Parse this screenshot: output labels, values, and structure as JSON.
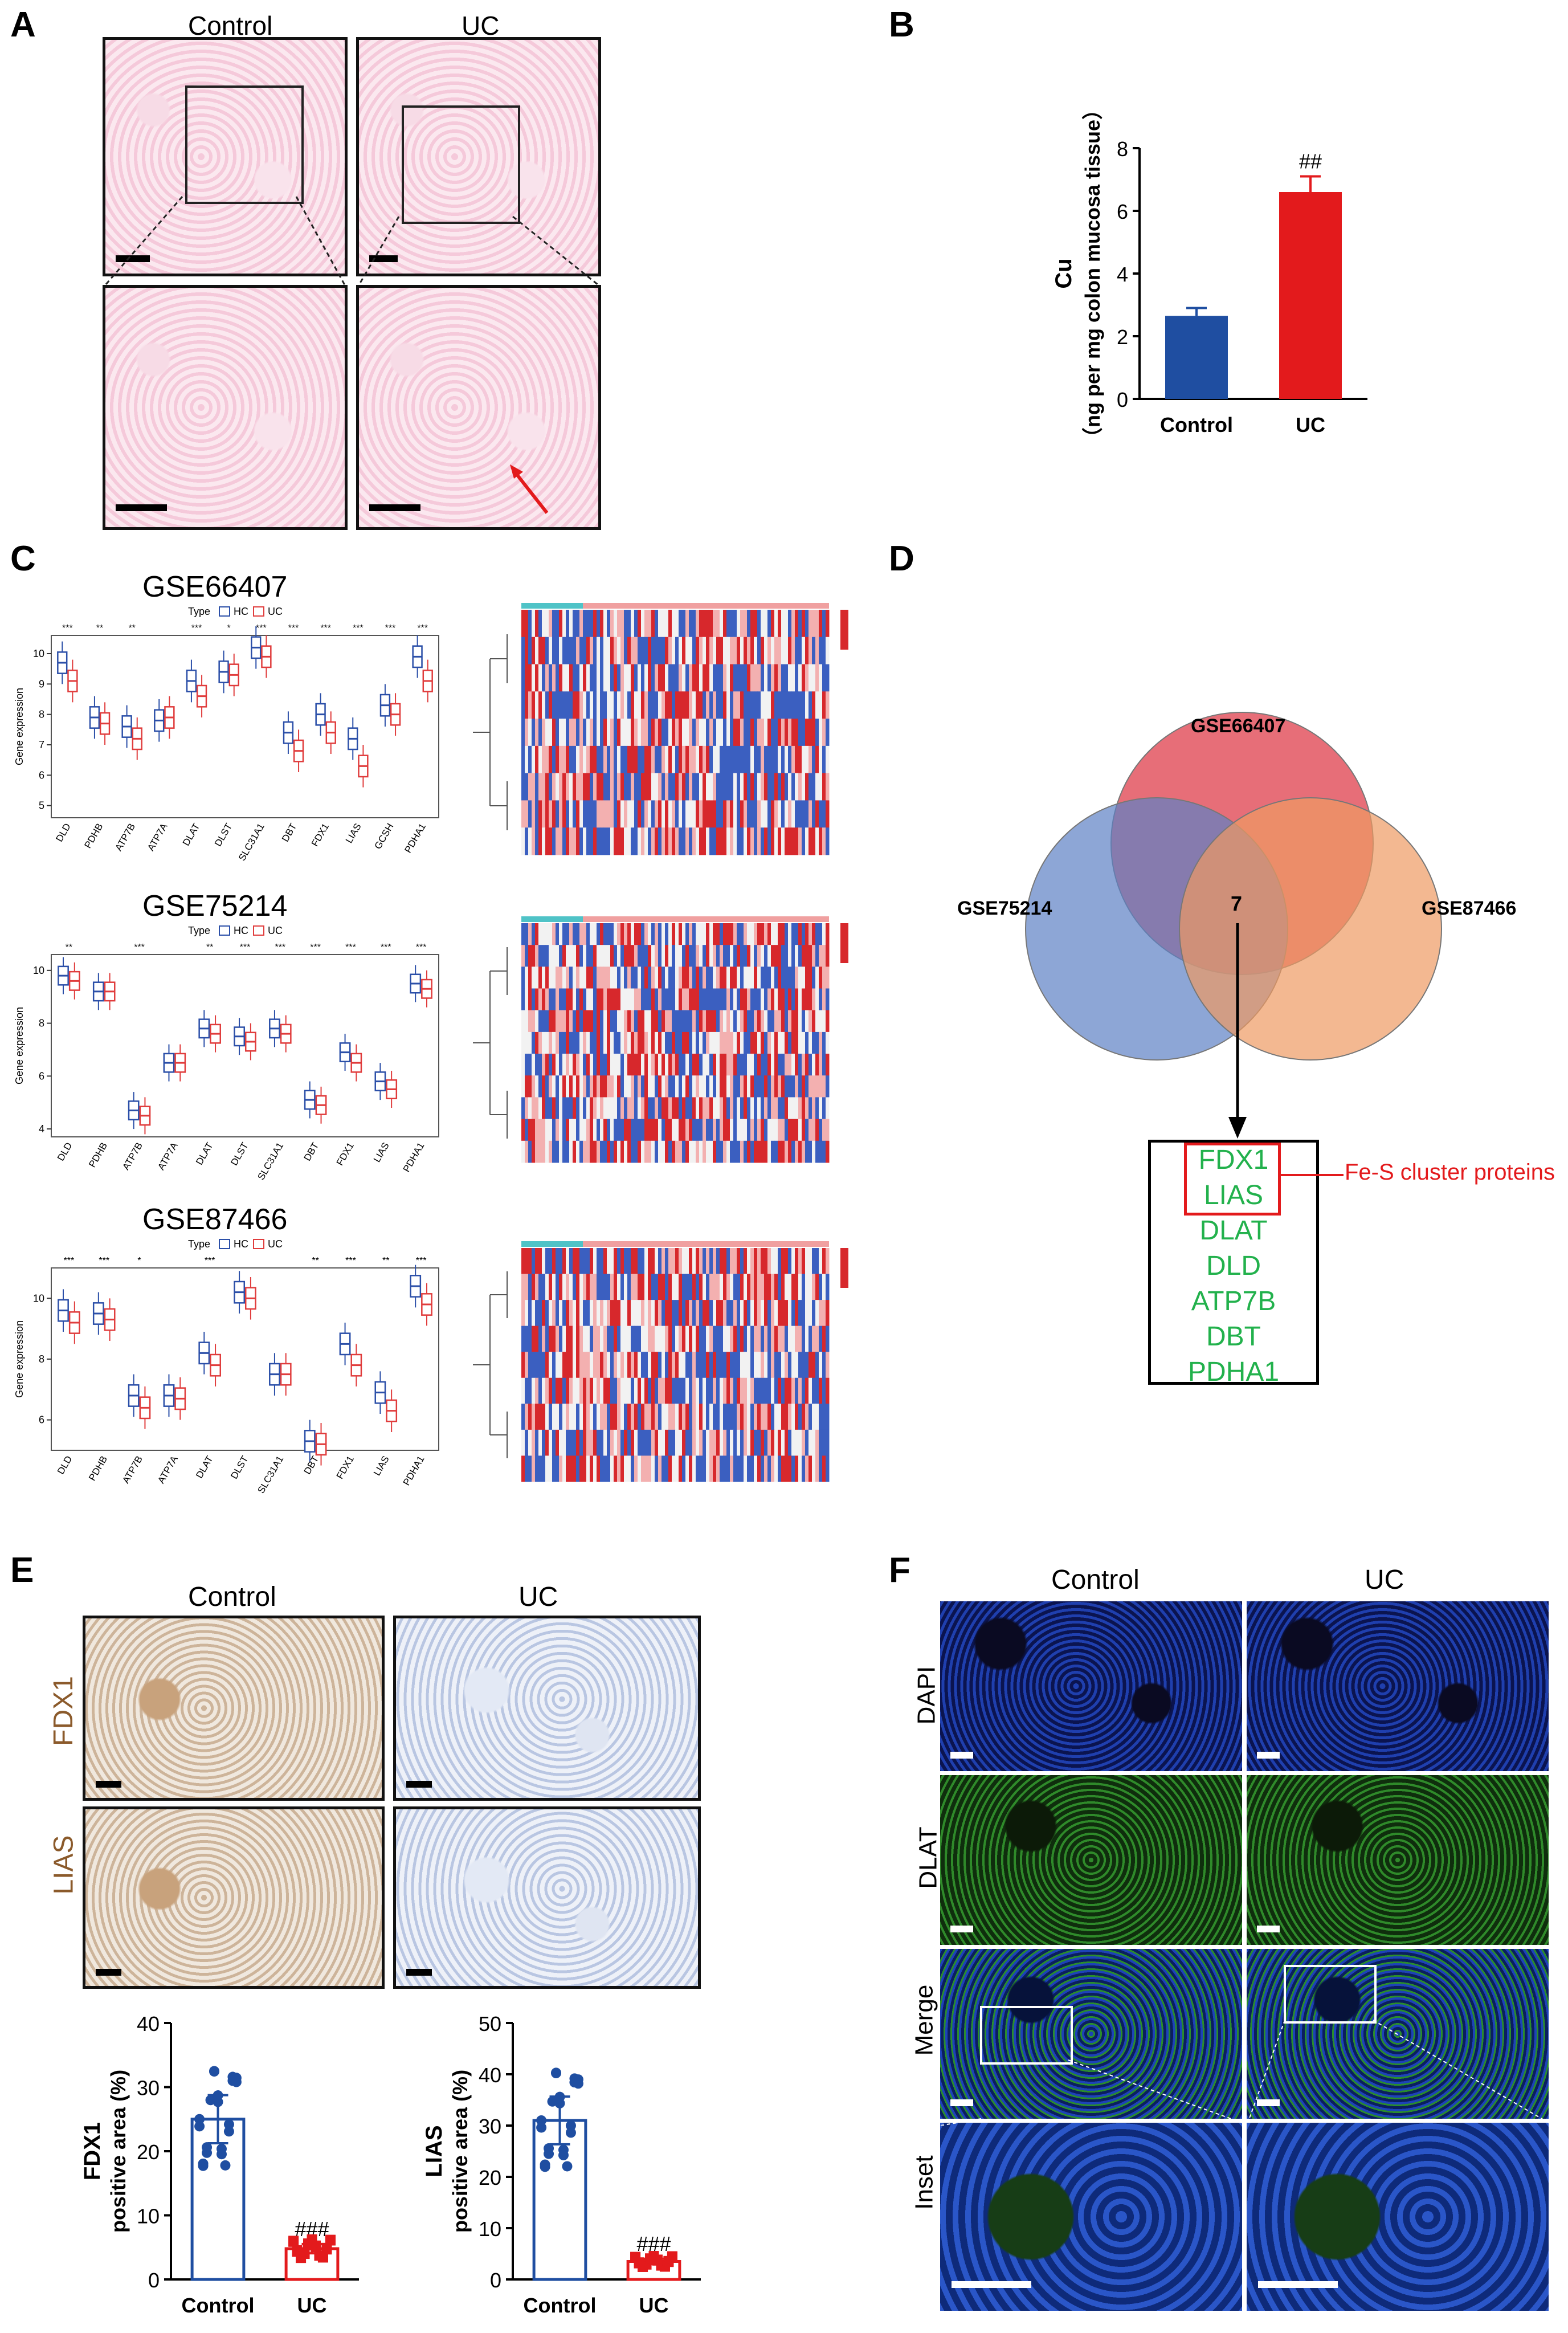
{
  "panels": {
    "A": {
      "letter": "A",
      "control_label": "Control",
      "uc_label": "UC"
    },
    "B": {
      "letter": "B"
    },
    "C": {
      "letter": "C",
      "datasets": [
        "GSE66407",
        "GSE75214",
        "GSE87466"
      ]
    },
    "D": {
      "letter": "D",
      "venn_sets": [
        "GSE66407",
        "GSE75214",
        "GSE87466"
      ],
      "venn_center": "7",
      "genes": [
        "FDX1",
        "LIAS",
        "DLAT",
        "DLD",
        "ATP7B",
        "DBT",
        "PDHA1"
      ],
      "annotation": "Fe-S cluster proteins"
    },
    "E": {
      "letter": "E",
      "control_label": "Control",
      "uc_label": "UC",
      "row_labels": [
        "FDX1",
        "LIAS"
      ]
    },
    "F": {
      "letter": "F",
      "control_label": "Control",
      "uc_label": "UC",
      "row_labels": [
        "DAPI",
        "DLAT",
        "Merge",
        "Inset"
      ]
    }
  },
  "boxplot_common": {
    "type_label": "Type",
    "legend": [
      "HC",
      "UC"
    ],
    "ylabel": "Gene expression"
  },
  "colors": {
    "control": "#1f4ea1",
    "uc": "#e31a1c",
    "hc_box": "#2b4fa8",
    "uc_box": "#e03c3c",
    "gene_green": "#22b14c",
    "annotation_red": "#e31a1c"
  },
  "chart_data": [
    {
      "type": "bar",
      "panel": "B",
      "categories": [
        "Control",
        "UC"
      ],
      "values": [
        2.65,
        6.6
      ],
      "errors": [
        0.25,
        0.5
      ],
      "ylabel": "Cu",
      "ylabel2": "（ng per mg colon mucosa tissue）",
      "ylim": [
        0,
        8
      ],
      "yticks": [
        0,
        2,
        4,
        6,
        8
      ],
      "annotation": "##"
    },
    {
      "type": "box",
      "panel": "C",
      "dataset": "GSE66407",
      "categories": [
        "DLD",
        "PDHB",
        "ATP7B",
        "ATP7A",
        "DLAT",
        "DLST",
        "SLC31A1",
        "DBT",
        "FDX1",
        "LIAS",
        "GCSH",
        "PDHA1"
      ],
      "series": [
        {
          "name": "HC",
          "values": [
            9.7,
            7.9,
            7.6,
            7.8,
            9.1,
            9.4,
            10.2,
            7.4,
            8.0,
            7.2,
            8.3,
            9.9
          ]
        },
        {
          "name": "UC",
          "values": [
            9.1,
            7.7,
            7.2,
            7.9,
            8.6,
            9.3,
            9.9,
            6.8,
            7.4,
            6.3,
            8.0,
            9.1
          ]
        }
      ],
      "significance": [
        "***",
        "**",
        "**",
        "",
        "***",
        "*",
        "***",
        "***",
        "***",
        "***",
        "***",
        "***"
      ],
      "ylim": [
        4.6,
        10.6
      ],
      "yticks": [
        5,
        6,
        7,
        8,
        9,
        10
      ]
    },
    {
      "type": "box",
      "panel": "C",
      "dataset": "GSE75214",
      "categories": [
        "DLD",
        "PDHB",
        "ATP7B",
        "ATP7A",
        "DLAT",
        "DLST",
        "SLC31A1",
        "DBT",
        "FDX1",
        "LIAS",
        "PDHA1"
      ],
      "series": [
        {
          "name": "HC",
          "values": [
            9.8,
            9.2,
            4.7,
            6.5,
            7.8,
            7.5,
            7.8,
            5.1,
            6.9,
            5.8,
            9.5
          ]
        },
        {
          "name": "UC",
          "values": [
            9.6,
            9.2,
            4.5,
            6.5,
            7.6,
            7.3,
            7.6,
            4.9,
            6.5,
            5.5,
            9.3
          ]
        }
      ],
      "significance": [
        "**",
        "",
        "***",
        "",
        "**",
        "***",
        "***",
        "***",
        "***",
        "***",
        "***"
      ],
      "ylim": [
        3.7,
        10.6
      ],
      "yticks": [
        4,
        6,
        8,
        10
      ]
    },
    {
      "type": "box",
      "panel": "C",
      "dataset": "GSE87466",
      "categories": [
        "DLD",
        "PDHB",
        "ATP7B",
        "ATP7A",
        "DLAT",
        "DLST",
        "SLC31A1",
        "DBT",
        "FDX1",
        "LIAS",
        "PDHA1"
      ],
      "series": [
        {
          "name": "HC",
          "values": [
            9.6,
            9.5,
            6.8,
            6.8,
            8.2,
            10.2,
            7.5,
            5.3,
            8.5,
            6.9,
            10.4
          ]
        },
        {
          "name": "UC",
          "values": [
            9.2,
            9.3,
            6.4,
            6.7,
            7.8,
            10.0,
            7.5,
            5.2,
            7.8,
            6.3,
            9.8
          ]
        }
      ],
      "significance": [
        "***",
        "***",
        "*",
        "",
        "***",
        "",
        "",
        "**",
        "***",
        "**",
        "***"
      ],
      "ylim": [
        5.0,
        11.0
      ],
      "yticks": [
        6,
        8,
        10
      ]
    },
    {
      "type": "bar",
      "panel": "E",
      "categories": [
        "Control",
        "UC"
      ],
      "values": [
        25,
        4.8
      ],
      "ylabel": "FDX1",
      "ylabel2": "positive area (%)",
      "ylim": [
        0,
        40
      ],
      "yticks": [
        0,
        10,
        20,
        30,
        40
      ],
      "annotation": "###"
    },
    {
      "type": "bar",
      "panel": "E",
      "categories": [
        "Control",
        "UC"
      ],
      "values": [
        31,
        3.5
      ],
      "ylabel": "LIAS",
      "ylabel2": "positive area (%)",
      "ylim": [
        0,
        50
      ],
      "yticks": [
        0,
        10,
        20,
        30,
        40,
        50
      ],
      "annotation": "###"
    }
  ]
}
